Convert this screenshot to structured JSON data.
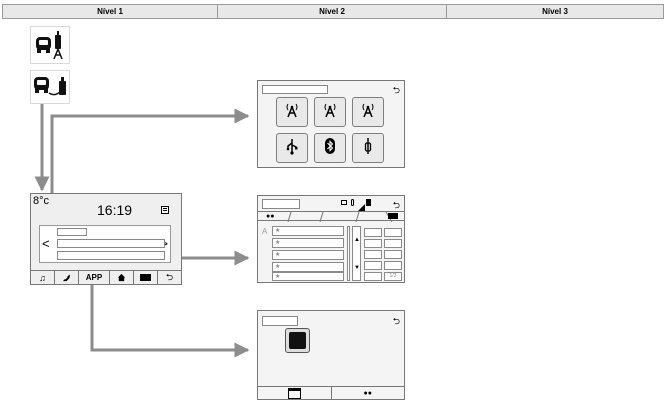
{
  "header": {
    "columns": [
      {
        "label": "Nível 1"
      },
      {
        "label": "Nível 2"
      },
      {
        "label": "Nível 3"
      }
    ]
  },
  "level1_screen": {
    "temperature": "8°c",
    "time": "16:19",
    "prev_arrow": "<",
    "next_arrow": ">",
    "tabs": [
      {
        "label": "",
        "icon": "music-note-icon"
      },
      {
        "label": "",
        "icon": "phone-icon"
      },
      {
        "label": "APP",
        "icon": ""
      },
      {
        "label": "",
        "icon": "home-icon"
      },
      {
        "label": "",
        "icon": "screen-off-icon"
      },
      {
        "label": "",
        "icon": "back-arrow-icon"
      }
    ]
  },
  "media_sources_screen": {
    "tiles": [
      {
        "icon": "radio-antenna-icon"
      },
      {
        "icon": "radio-antenna-icon"
      },
      {
        "icon": "radio-antenna-icon"
      },
      {
        "icon": "usb-icon"
      },
      {
        "icon": "bluetooth-icon"
      },
      {
        "icon": "aux-jack-icon"
      }
    ]
  },
  "phone_screen": {
    "index_letter": "A",
    "contact_marker": "★",
    "pagination": "1/3"
  },
  "colors": {
    "connector": "#8c8c8c",
    "panel": "#efefef",
    "header": "#e8e8e8"
  }
}
